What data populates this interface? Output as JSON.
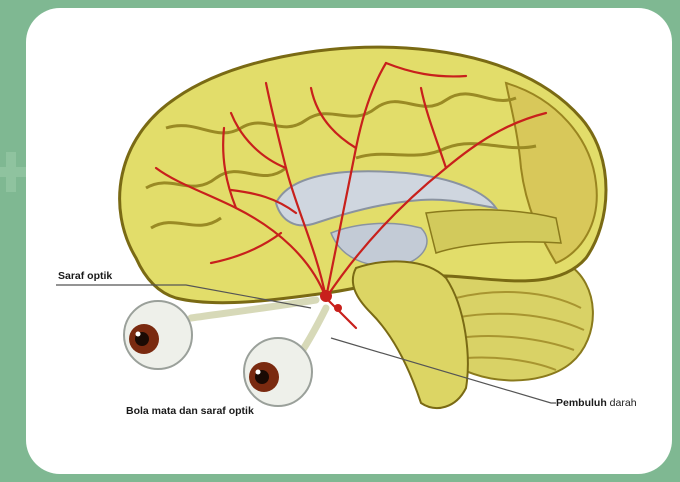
{
  "labels": {
    "saraf_optik": "Saraf optik",
    "bola_mata": "Bola mata dan saraf optik",
    "pembuluh_bold": "Pembuluh",
    "pembuluh_rest": " darah"
  },
  "colors": {
    "background": "#7fb892",
    "card": "#ffffff",
    "brain_fill": "#e2dd6a",
    "brain_outline": "#7a6a14",
    "blood_vessel": "#c8201c",
    "ventricle": "#cfd6df",
    "cerebellum": "#d9d266",
    "eye_iris": "#7a2a10",
    "leader_line": "#555555"
  },
  "icons": {
    "eyeball_front": "eyeball-icon",
    "eyeball_back": "eyeball-icon",
    "corner_mark": "plus-icon"
  }
}
